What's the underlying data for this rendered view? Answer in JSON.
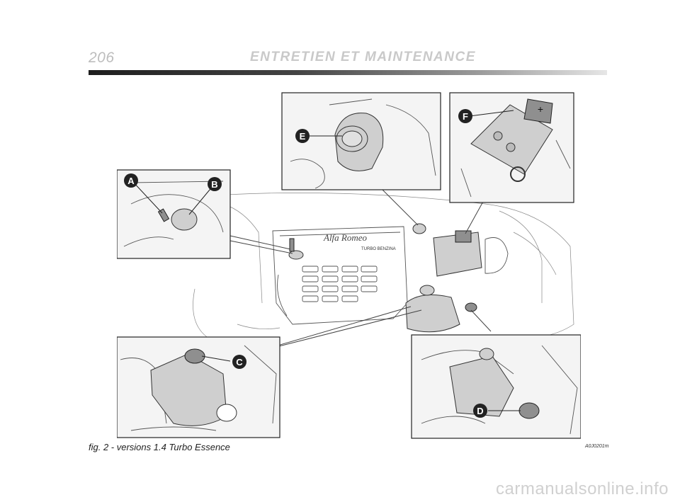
{
  "header": {
    "page_number": "206",
    "section_title": "ENTRETIEN ET MAINTENANCE"
  },
  "figure": {
    "callouts": [
      "A",
      "B",
      "C",
      "D",
      "E",
      "F"
    ],
    "engine_cover_text": "TURBO BENZINA",
    "battery_symbol": "+",
    "reference_code": "A0J0201m"
  },
  "caption": "fig. 2 - versions 1.4 Turbo Essence",
  "watermark": "carmanualsonline.info"
}
